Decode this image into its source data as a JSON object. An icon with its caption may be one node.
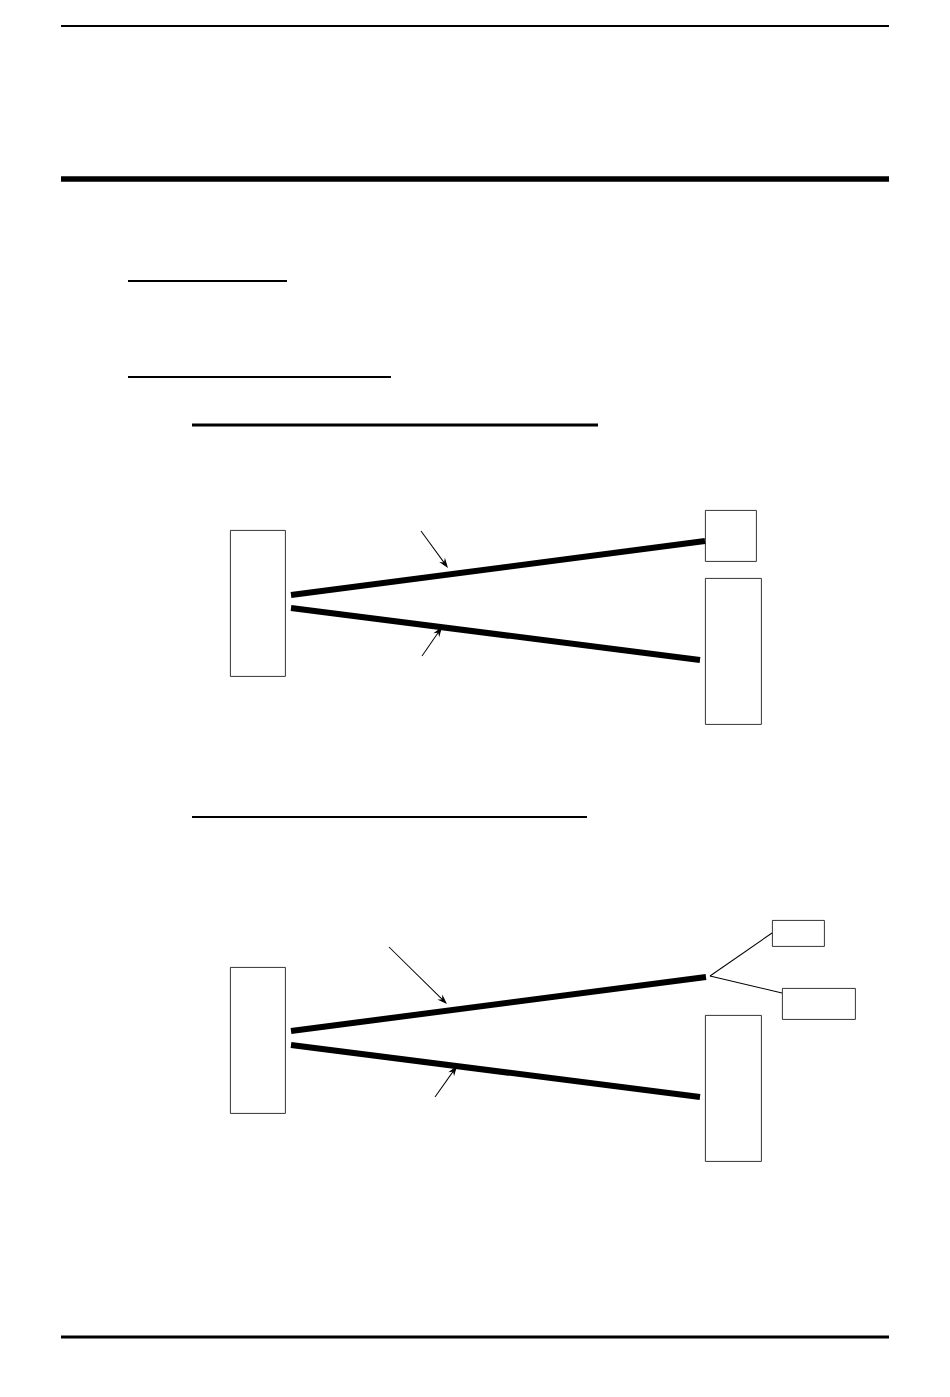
{
  "diagram": {
    "nodes": [
      {
        "text": [],
        "shape": "box"
      },
      {
        "text": [],
        "shape": "box"
      },
      {
        "text": [],
        "shape": "box"
      },
      {
        "text": [],
        "shape": "box"
      },
      {
        "text": [],
        "shape": "box"
      },
      {
        "text": [],
        "shape": "box"
      },
      {
        "text": [],
        "shape": "box"
      }
    ],
    "edges": [
      {
        "from": 0,
        "to": 1,
        "arrow": "none"
      },
      {
        "from": 0,
        "to": 2,
        "arrow": "none"
      },
      {
        "from": 3,
        "to": null,
        "arrow": "none"
      },
      {
        "from": 3,
        "to": 6,
        "arrow": "none"
      },
      {
        "from": null,
        "to": 4,
        "arrow": "none"
      },
      {
        "from": null,
        "to": 5,
        "arrow": "none"
      }
    ]
  }
}
